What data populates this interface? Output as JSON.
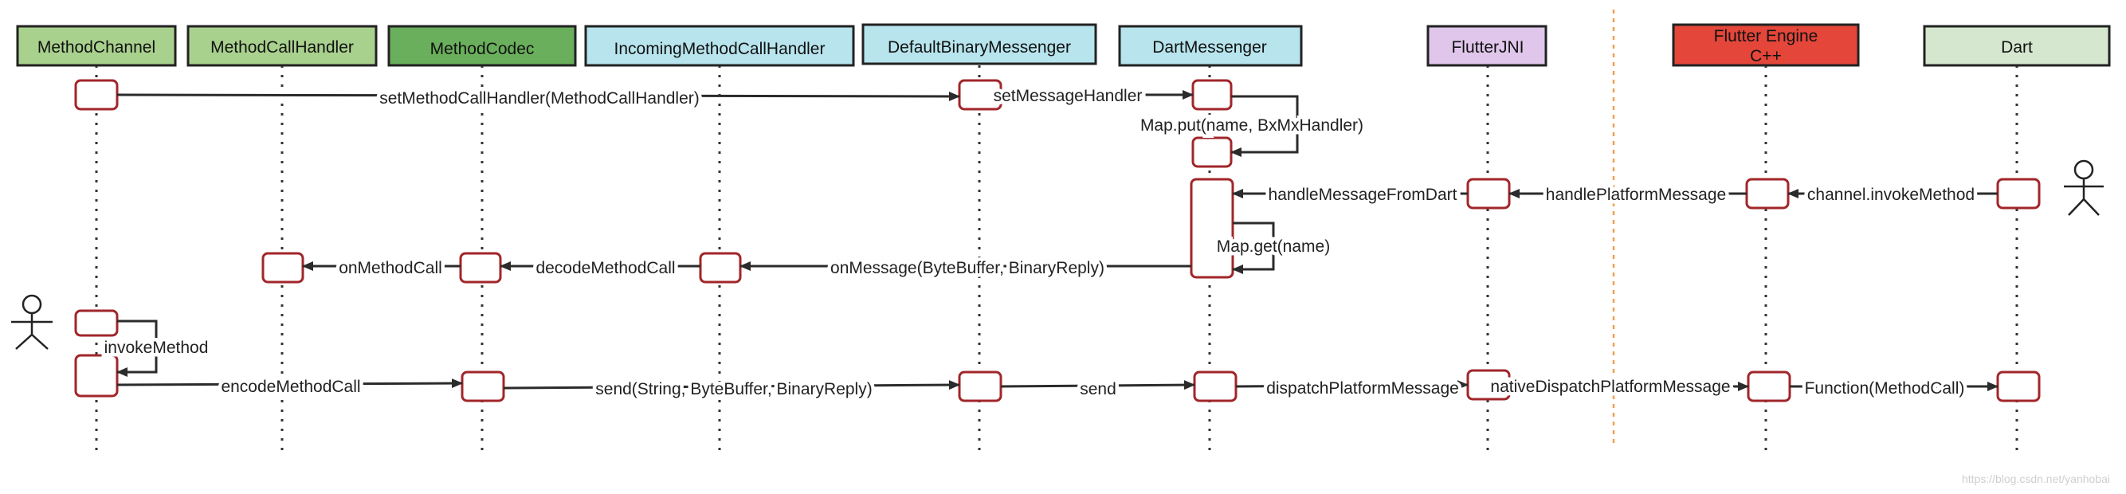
{
  "participants": [
    {
      "id": "method-channel",
      "label": "MethodChannel",
      "fill": "#a9d18e"
    },
    {
      "id": "method-call-handler",
      "label": "MethodCallHandler",
      "fill": "#a9d18e"
    },
    {
      "id": "method-codec",
      "label": "MethodCodec",
      "fill": "#6aaf5c"
    },
    {
      "id": "incoming-method-call-handler",
      "label": "IncomingMethodCallHandler",
      "fill": "#b7e4ed"
    },
    {
      "id": "default-binary-messenger",
      "label": "DefaultBinaryMessenger",
      "fill": "#b7e4ed"
    },
    {
      "id": "dart-messenger",
      "label": "DartMessenger",
      "fill": "#b7e4ed"
    },
    {
      "id": "flutter-jni",
      "label": "FlutterJNI",
      "fill": "#e0c6ea"
    },
    {
      "id": "flutter-engine",
      "label": "Flutter Engine",
      "label2": "C++",
      "fill": "#e4463a"
    },
    {
      "id": "dart",
      "label": "Dart",
      "fill": "#d5e8cf"
    }
  ],
  "messages": [
    {
      "id": "set-method-call-handler",
      "label": "setMethodCallHandler(MethodCallHandler)"
    },
    {
      "id": "set-message-handler",
      "label": "setMessageHandler"
    },
    {
      "id": "map-put",
      "label": "Map.put(name, BxMxHandler)"
    },
    {
      "id": "channel-invoke-method",
      "label": "channel.invokeMethod"
    },
    {
      "id": "handle-platform-message",
      "label": "handlePlatformMessage"
    },
    {
      "id": "handle-message-from-dart",
      "label": "handleMessageFromDart"
    },
    {
      "id": "map-get",
      "label": "Map.get(name)"
    },
    {
      "id": "on-message",
      "label": "onMessage(ByteBuffer, BinaryReply)"
    },
    {
      "id": "decode-method-call",
      "label": "decodeMethodCall"
    },
    {
      "id": "on-method-call",
      "label": "onMethodCall"
    },
    {
      "id": "invoke-method",
      "label": "invokeMethod"
    },
    {
      "id": "encode-method-call",
      "label": "encodeMethodCall"
    },
    {
      "id": "send-full",
      "label": "send(String, ByteBuffer, BinaryReply)"
    },
    {
      "id": "send",
      "label": "send"
    },
    {
      "id": "dispatch-platform-message",
      "label": "dispatchPlatformMessage"
    },
    {
      "id": "native-dispatch-platform-message",
      "label": "nativeDispatchPlatformMessage"
    },
    {
      "id": "function-method-call",
      "label": "Function(MethodCall)"
    }
  ],
  "watermark": "https://blog.csdn.net/yanhobai",
  "colors": {
    "lifeline": "#333333",
    "activation_border": "#a1262a",
    "arrow": "#2b2b2b",
    "divider": "#f0a050",
    "header_border": "#222222"
  }
}
